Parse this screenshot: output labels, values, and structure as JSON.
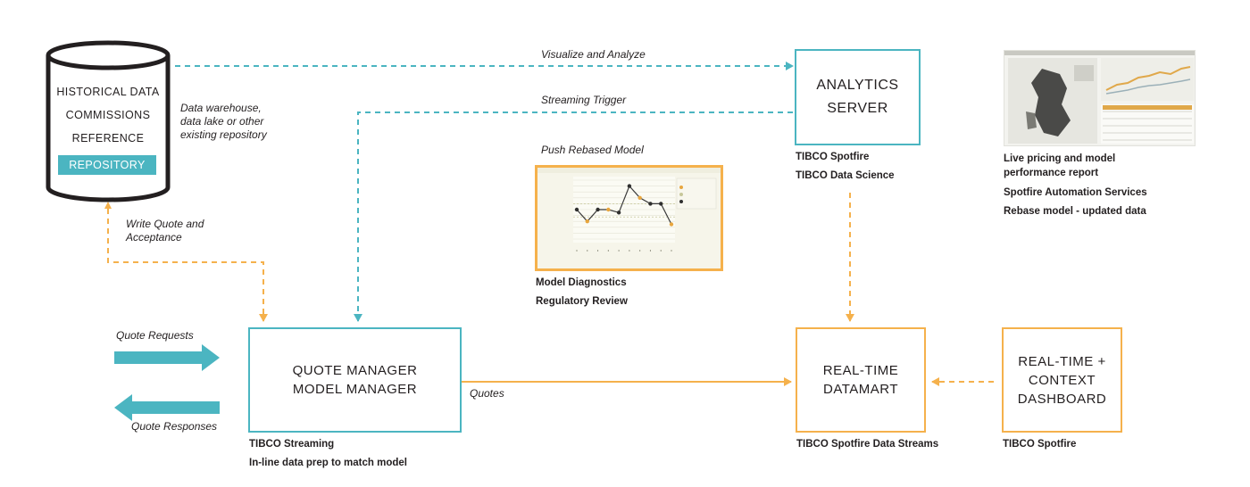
{
  "colors": {
    "teal": "#4bb5c1",
    "orange": "#f5b14c",
    "text": "#231f20"
  },
  "repository": {
    "lines": [
      "HISTORICAL DATA",
      "COMMISSIONS",
      "REFERENCE"
    ],
    "badge": "REPOSITORY",
    "note": [
      "Data warehouse,",
      "data lake or other",
      "existing repository"
    ]
  },
  "flows": {
    "visualize": "Visualize and Analyze",
    "streaming_trigger": "Streaming Trigger",
    "push_model": "Push Rebased Model",
    "write_quote": [
      "Write Quote and",
      "Acceptance"
    ],
    "quote_requests": "Quote Requests",
    "quote_responses": "Quote Responses",
    "quotes": "Quotes"
  },
  "analytics_server": {
    "title": [
      "ANALYTICS",
      "SERVER"
    ],
    "captions": [
      "TIBCO Spotfire",
      "TIBCO Data Science"
    ]
  },
  "report": {
    "captions": [
      "Live pricing and model",
      "performance report",
      "Spotfire Automation Services",
      "Rebase model - updated data"
    ]
  },
  "diagnostics": {
    "captions": [
      "Model Diagnostics",
      "Regulatory Review"
    ]
  },
  "quote_manager": {
    "title": [
      "QUOTE MANAGER",
      "MODEL MANAGER"
    ],
    "captions": [
      "TIBCO Streaming",
      "In-line data prep to match model"
    ]
  },
  "datamart": {
    "title": [
      "REAL-TIME",
      "DATAMART"
    ],
    "captions": [
      "TIBCO Spotfire Data Streams"
    ]
  },
  "dashboard": {
    "title": [
      "REAL-TIME +",
      "CONTEXT",
      "DASHBOARD"
    ],
    "captions": [
      "TIBCO Spotfire"
    ]
  },
  "chart_data": {
    "type": "line",
    "x": [
      1,
      2,
      3,
      4,
      5,
      6,
      7,
      8,
      9,
      10
    ],
    "y": [
      0.1,
      0.06,
      0.1,
      0.1,
      0.09,
      0.18,
      0.14,
      0.12,
      0.12,
      0.05
    ],
    "color_flags": [
      "dark",
      "orange",
      "dark",
      "orange",
      "dark",
      "dark",
      "orange",
      "dark",
      "dark",
      "orange"
    ],
    "ylim": [
      0,
      0.2
    ],
    "grid": true
  }
}
